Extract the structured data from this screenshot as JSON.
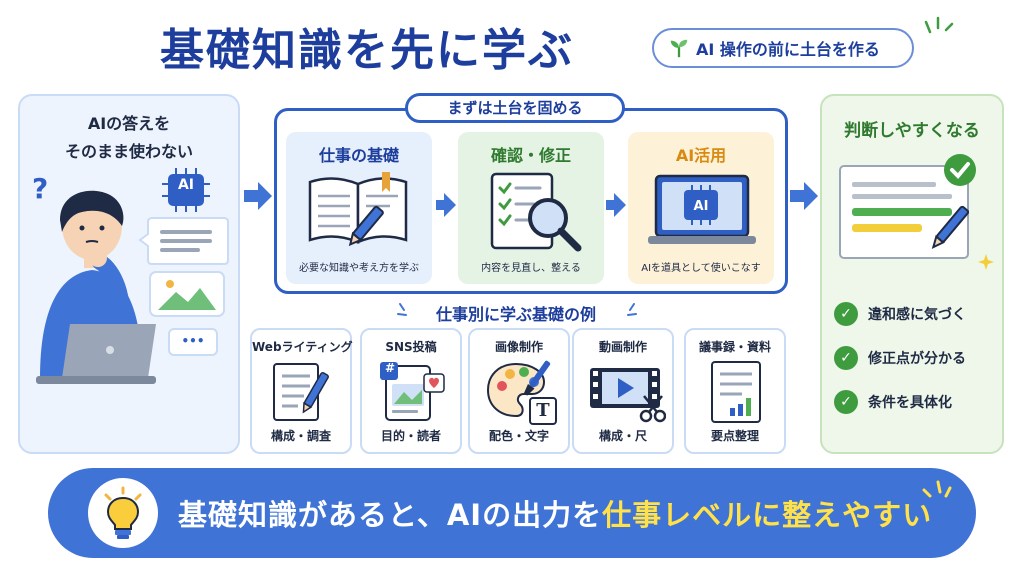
{
  "title": "基礎知識を先に学ぶ",
  "subtitle_pill": "AI 操作の前に土台を作る",
  "left_panel": {
    "title_line1": "AIの答えを",
    "title_line2": "そのまま使わない",
    "ai_chip": "AI",
    "dots": "•••"
  },
  "center": {
    "label": "まずは土台を固める",
    "steps": [
      {
        "title": "仕事の基礎",
        "desc": "必要な知識や考え方を学ぶ"
      },
      {
        "title": "確認・修正",
        "desc": "内容を見直し、整える"
      },
      {
        "title": "AI活用",
        "desc": "AIを道具として使いこなす",
        "screen_text": "AI"
      }
    ]
  },
  "right_panel": {
    "title": "判断しやすくなる",
    "items": [
      "違和感に気づく",
      "修正点が分かる",
      "条件を具体化"
    ]
  },
  "examples": {
    "title": "仕事別に学ぶ基礎の例",
    "cards": [
      {
        "title": "Webライティング",
        "sub": "構成・調査"
      },
      {
        "title": "SNS投稿",
        "sub": "目的・読者",
        "hash": "#"
      },
      {
        "title": "画像制作",
        "sub": "配色・文字",
        "glyph": "T"
      },
      {
        "title": "動画制作",
        "sub": "構成・尺"
      },
      {
        "title": "議事録・資料",
        "sub": "要点整理"
      }
    ]
  },
  "banner": {
    "text_main": "基礎知識があると、AIの出力を",
    "text_highlight": "仕事レベルに整えやすい"
  },
  "colors": {
    "primary_blue": "#1d3e9c",
    "accent_blue": "#3f73d6",
    "green": "#3e9b3e",
    "highlight_yellow": "#ffe14a"
  }
}
